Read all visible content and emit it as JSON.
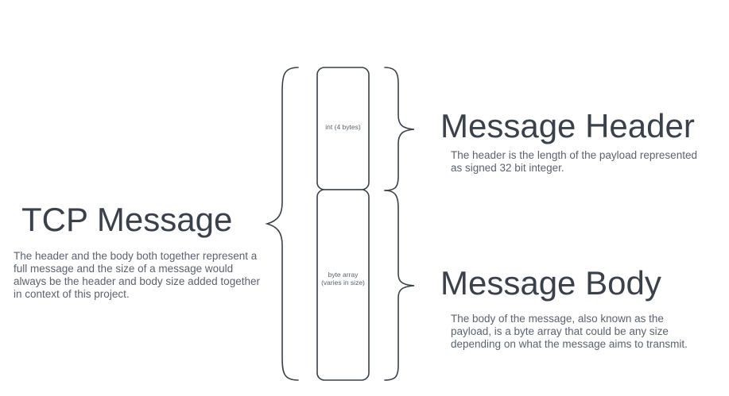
{
  "tcp_message": {
    "title": "TCP Message",
    "description": "The header and the body both together represent a full message and the size of a message would always be the header and body size added together in context of this project."
  },
  "message_header": {
    "title": "Message Header",
    "description": "The header is the length of the payload represented as signed 32 bit integer."
  },
  "message_body": {
    "title": "Message Body",
    "description": "The body of the message, also known as the payload, is a byte array that could be any size depending on what the message aims to transmit."
  },
  "boxes": {
    "header_label": "int (4 bytes)",
    "body_label_line1": "byte array",
    "body_label_line2": "(varies in size)"
  },
  "colors": {
    "stroke": "#3a414a",
    "title_text": "#3a414a",
    "body_text": "#5a6270"
  }
}
